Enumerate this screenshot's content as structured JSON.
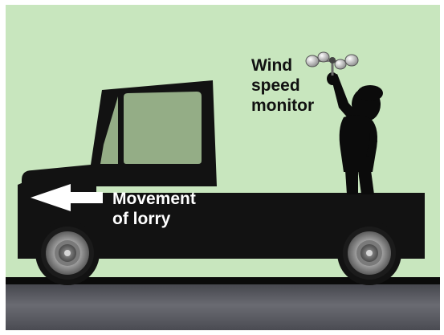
{
  "diagram": {
    "labels": {
      "wind_monitor_line1": "Wind",
      "wind_monitor_line2": "speed",
      "wind_monitor_line3": "monitor",
      "movement_line1": "Movement",
      "movement_line2": "of lorry"
    },
    "colors": {
      "sky": "#c8e6be",
      "lorry": "#121212",
      "cab_window": "#94ad86",
      "road": "#5d5f66",
      "ground_line": "#0a0a0a",
      "text_on_lorry": "#ffffff",
      "text_on_sky": "#111111"
    },
    "icons": {
      "arrow": "left-arrow-icon",
      "anemometer": "anemometer-icon"
    }
  }
}
